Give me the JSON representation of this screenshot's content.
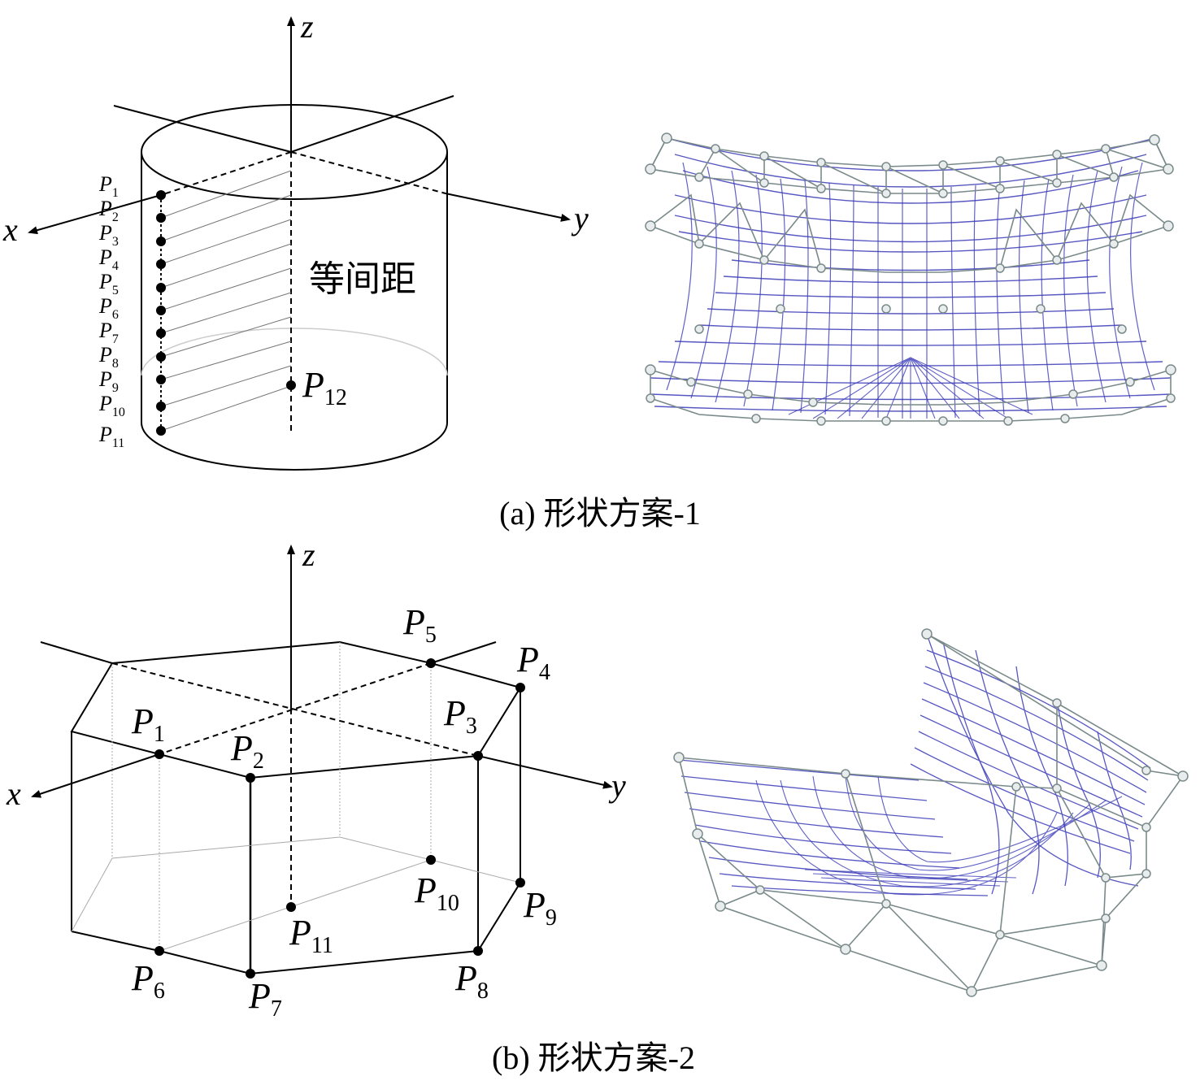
{
  "panel_a": {
    "caption": "(a) 形状方案-1",
    "axes": {
      "x": "x",
      "y": "y",
      "z": "z"
    },
    "equal_spacing_label": "等间距",
    "points": [
      {
        "p": "P",
        "sub": "1"
      },
      {
        "p": "P",
        "sub": "2"
      },
      {
        "p": "P",
        "sub": "3"
      },
      {
        "p": "P",
        "sub": "4"
      },
      {
        "p": "P",
        "sub": "5"
      },
      {
        "p": "P",
        "sub": "6"
      },
      {
        "p": "P",
        "sub": "7"
      },
      {
        "p": "P",
        "sub": "8"
      },
      {
        "p": "P",
        "sub": "9"
      },
      {
        "p": "P",
        "sub": "10"
      },
      {
        "p": "P",
        "sub": "11"
      }
    ],
    "center_point": {
      "p": "P",
      "sub": "12"
    }
  },
  "panel_b": {
    "caption": "(b) 形状方案-2",
    "axes": {
      "x": "x",
      "y": "y",
      "z": "z"
    },
    "points": [
      {
        "p": "P",
        "sub": "1"
      },
      {
        "p": "P",
        "sub": "2"
      },
      {
        "p": "P",
        "sub": "3"
      },
      {
        "p": "P",
        "sub": "4"
      },
      {
        "p": "P",
        "sub": "5"
      },
      {
        "p": "P",
        "sub": "6"
      },
      {
        "p": "P",
        "sub": "7"
      },
      {
        "p": "P",
        "sub": "8"
      },
      {
        "p": "P",
        "sub": "9"
      },
      {
        "p": "P",
        "sub": "10"
      },
      {
        "p": "P",
        "sub": "11"
      }
    ]
  },
  "colors": {
    "mesh": "#3a3ab8",
    "frame": "#7a8a8a",
    "line": "#000000"
  }
}
